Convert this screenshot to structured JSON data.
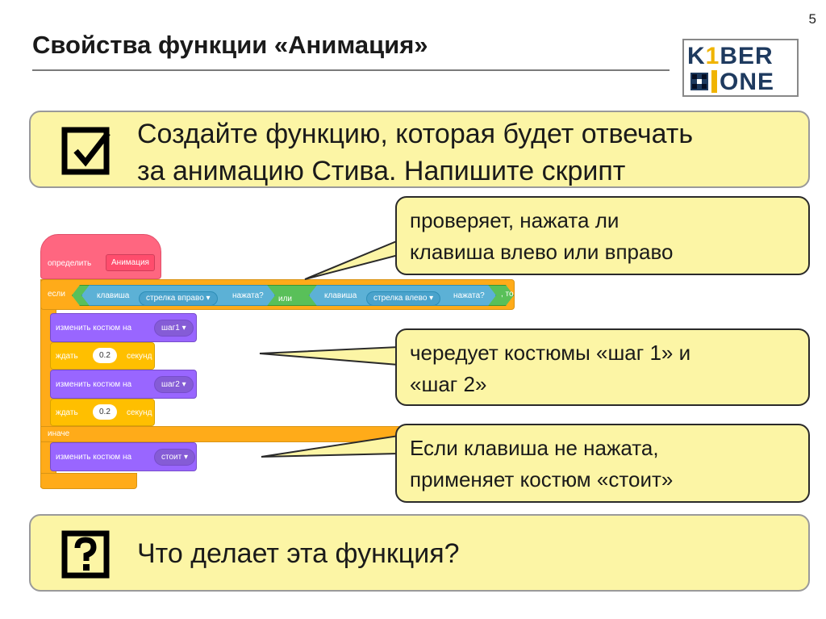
{
  "page_number": "5",
  "title": "Свойства функции «Анимация»",
  "logo": {
    "k": "K",
    "one_digit": "1",
    "ber": "BER",
    "one": "ONE"
  },
  "task": {
    "icon": "checkbox-icon",
    "line1": "Создайте функцию, которая будет отвечать",
    "line2": "за анимацию Стива. Напишите скрипт"
  },
  "callouts": [
    {
      "line1": "проверяет, нажата ли",
      "line2": "клавиша влево или вправо"
    },
    {
      "line1": "чередует костюмы «шаг 1» и",
      "line2": "«шаг 2»"
    },
    {
      "line1": "Если клавиша не нажата,",
      "line2": "применяет костюм «стоит»"
    }
  ],
  "question": {
    "icon": "question-box-icon",
    "text": "Что делает эта функция?"
  },
  "scratch": {
    "define_label": "определить",
    "define_name": "Анимация",
    "if_label": "если",
    "then_label": ", то",
    "or_label": "или",
    "key_label": "клавиша",
    "key1": "стрелка вправо ▾",
    "key2": "стрелка влево ▾",
    "pressed": "нажата?",
    "costume_label": "изменить костюм на",
    "costume1": "шаг1 ▾",
    "costume2": "шаг2 ▾",
    "costume3": "стоит ▾",
    "wait_label": "ждать",
    "wait_value": "0.2",
    "seconds": "секунд",
    "else_label": "иначе"
  },
  "colors": {
    "panel_bg": "#fcf5a5",
    "events_pink": "#ff6680",
    "control_orange": "#ffab19",
    "looks_purple": "#9966ff",
    "sensing_blue": "#5cb1d6",
    "operators_green": "#59c059"
  }
}
